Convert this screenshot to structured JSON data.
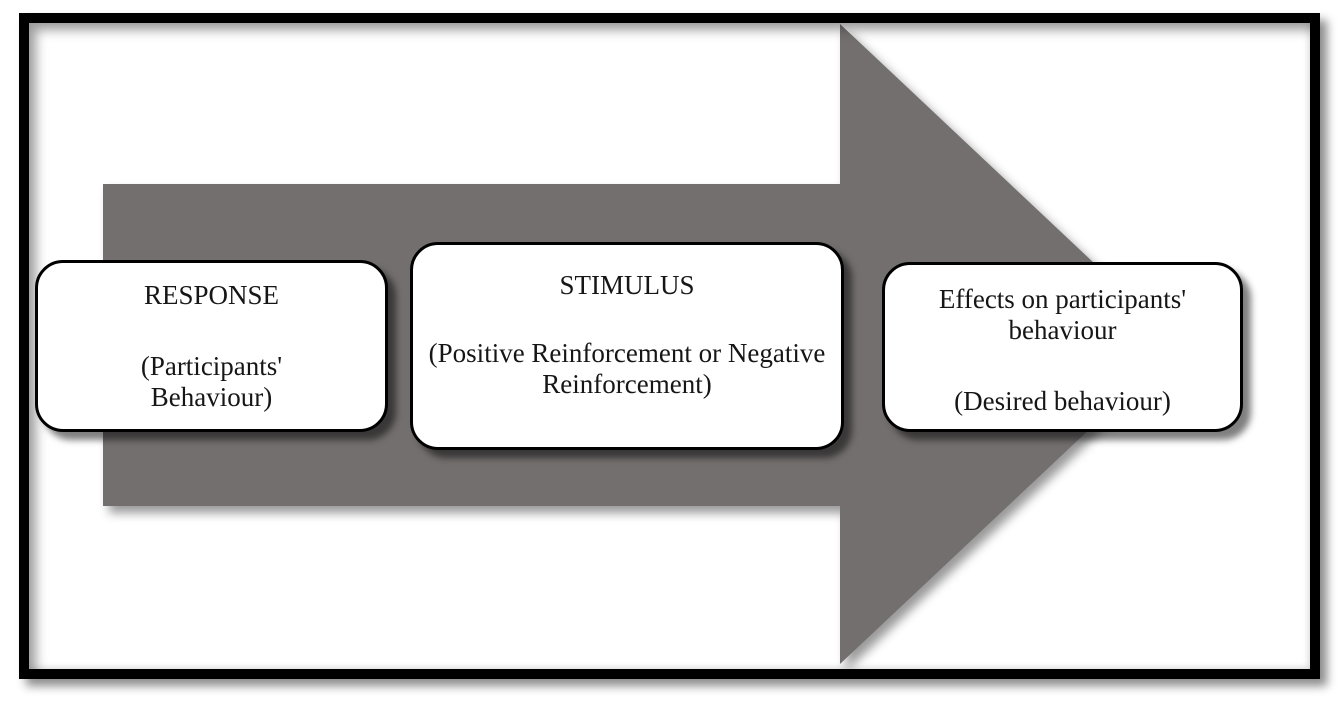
{
  "diagram": {
    "description": "Stimulus-response reinforcement flow diagram over a large right-pointing arrow",
    "arrow": {
      "shape": "right-arrow",
      "direction": "right"
    },
    "boxes": [
      {
        "id": "response",
        "title": "RESPONSE",
        "subtitle": "(Participants' Behaviour)"
      },
      {
        "id": "stimulus",
        "title": "STIMULUS",
        "subtitle": "(Positive Reinforcement or Negative Reinforcement)"
      },
      {
        "id": "effects",
        "title": "Effects on participants' behaviour",
        "subtitle": "(Desired behaviour)"
      }
    ],
    "colors": {
      "arrow_fill": "#736F6E",
      "frame_border": "#000000",
      "box_background": "#FFFFFF",
      "box_border": "#000000",
      "text": "#161616",
      "page_background": "#FFFFFF"
    }
  }
}
